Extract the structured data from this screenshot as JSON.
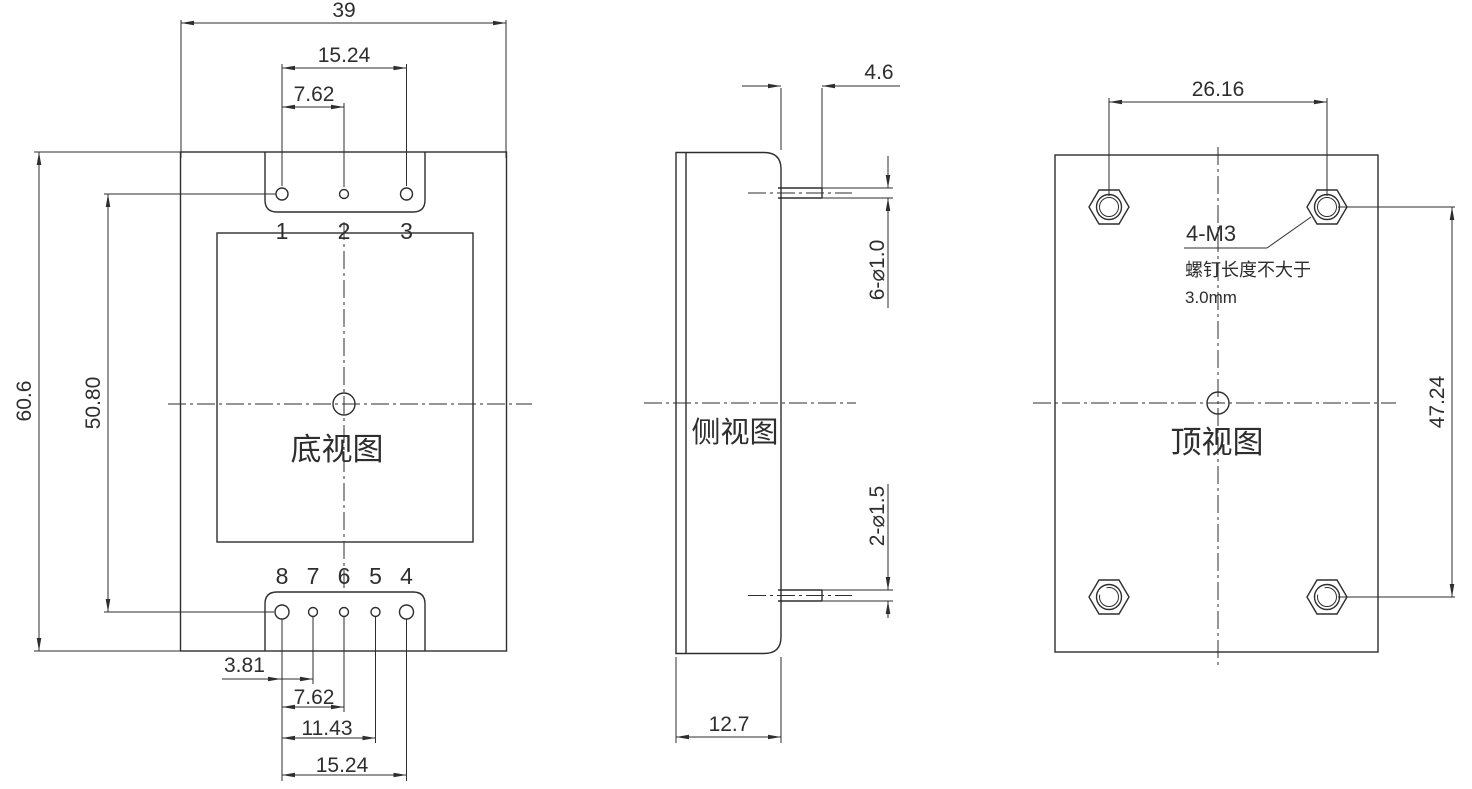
{
  "drawing": {
    "bottom_view": {
      "title": "底视图",
      "top_pins": [
        "1",
        "2",
        "3"
      ],
      "bottom_pins": [
        "8",
        "7",
        "6",
        "5",
        "4"
      ],
      "dim_overall_width": "39",
      "dim_top_pin_span": "15.24",
      "dim_top_pin_pitch": "7.62",
      "dim_overall_height": "60.6",
      "dim_pin_row_spacing": "50.80",
      "dim_bottom_pitch_1": "3.81",
      "dim_bottom_pitch_2": "7.62",
      "dim_bottom_pitch_3": "11.43",
      "dim_bottom_pitch_4": "15.24"
    },
    "side_view": {
      "title": "侧视图",
      "dim_pin_protrusion": "4.6",
      "dim_top_pins_diameter": "6-⌀1.0",
      "dim_bottom_pins_diameter": "2-⌀1.5",
      "dim_body_thickness": "12.7"
    },
    "top_view": {
      "title": "顶视图",
      "dim_screw_spacing_x": "26.16",
      "dim_screw_spacing_y": "47.24",
      "screw_note_label": "4-M3",
      "screw_note_line1": "螺钉长度不大于",
      "screw_note_line2": "3.0mm"
    },
    "colors": {
      "line": "#2e2e2e",
      "background": "#ffffff"
    }
  }
}
